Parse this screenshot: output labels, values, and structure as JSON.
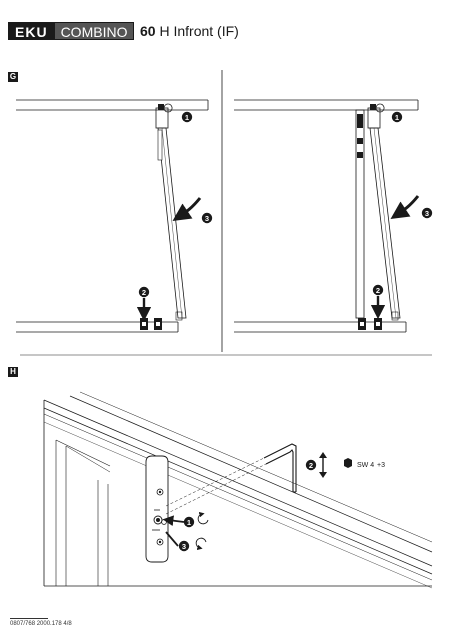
{
  "header": {
    "brand_eku": "EKU",
    "brand_combino": "COMBINO",
    "model_number": "60",
    "model_suffix": "H Infront (IF)"
  },
  "sections": {
    "g_label": "G",
    "h_label": "H"
  },
  "callouts": {
    "one": "1",
    "two": "2",
    "three": "3"
  },
  "tool": {
    "spec": "SW 4",
    "value": "+3"
  },
  "footer": {
    "doc_id": "0807/768 2000.178  4/8"
  }
}
